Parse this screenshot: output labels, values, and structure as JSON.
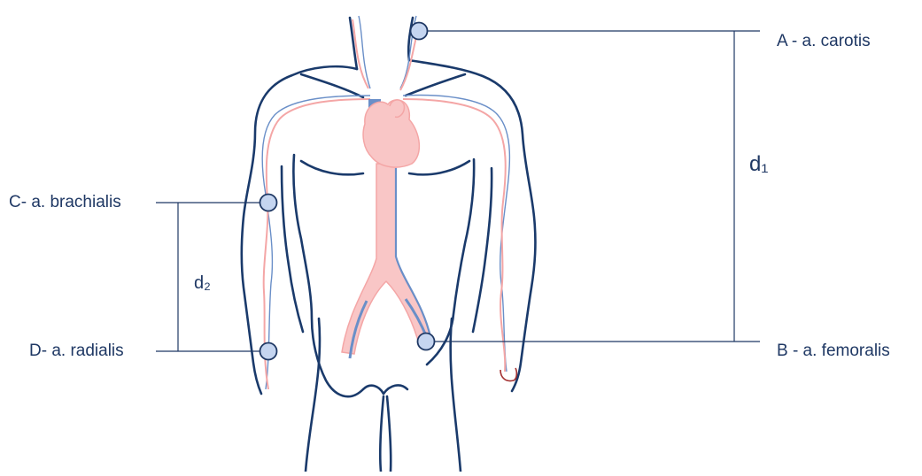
{
  "colors": {
    "outline": "#1a3a6b",
    "artery": "#f4a6a6",
    "artery_fill": "#f9c6c6",
    "vein": "#6a8fc8",
    "vein_fill": "#8aaede",
    "pulse_point": "#c5d5f0",
    "label_text": "#1f3864"
  },
  "points": [
    {
      "id": "A",
      "label": "A - a. carotis"
    },
    {
      "id": "B",
      "label": "B - a. femoralis"
    },
    {
      "id": "C",
      "label": "C- a. brachialis"
    },
    {
      "id": "D",
      "label": "D- a. radialis"
    }
  ],
  "distances": {
    "d1": "d₁",
    "d2": "d₂"
  }
}
